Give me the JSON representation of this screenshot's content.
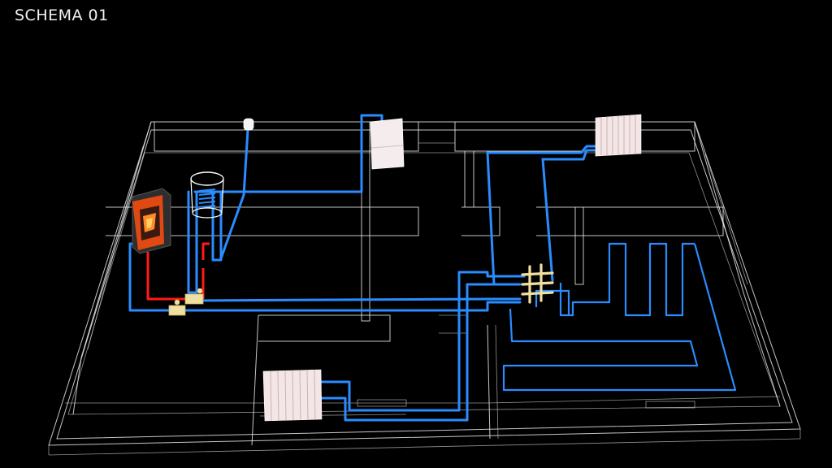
{
  "header": {
    "title": "SCHEMA 01"
  },
  "diagram": {
    "background_color": "#000000",
    "pipe_supply_color": "#ff1a1a",
    "pipe_return_color": "#2a8cff",
    "wall_color": "#e8e8e8",
    "components": [
      {
        "name": "boiler-stove",
        "icon": "stove-icon"
      },
      {
        "name": "water-tank",
        "icon": "tank-icon"
      },
      {
        "name": "expansion-vessel",
        "icon": "vessel-icon"
      },
      {
        "name": "water-heater",
        "icon": "heater-icon"
      },
      {
        "name": "radiator-upper-right",
        "icon": "radiator-icon"
      },
      {
        "name": "radiator-lower-left",
        "icon": "radiator-icon"
      },
      {
        "name": "manifold",
        "icon": "manifold-icon"
      },
      {
        "name": "underfloor-heating-loops",
        "icon": "floor-loop-icon"
      },
      {
        "name": "valves",
        "icon": "valve-icon"
      }
    ]
  }
}
